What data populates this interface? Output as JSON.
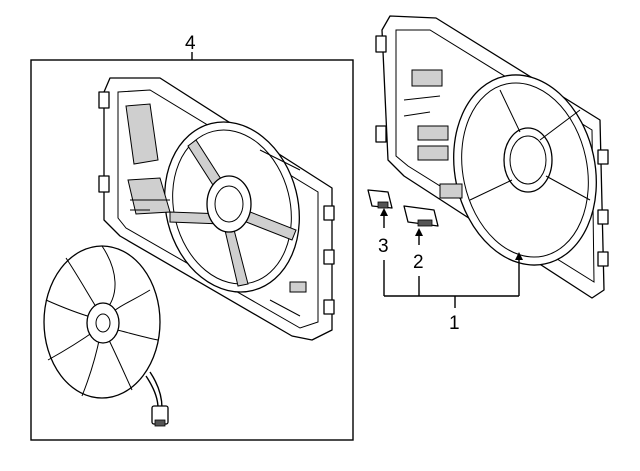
{
  "callouts": {
    "c1": "1",
    "c2": "2",
    "c3": "3",
    "c4": "4"
  },
  "colors": {
    "line": "#000000",
    "background": "#ffffff",
    "shade": "#cfcfcf"
  }
}
